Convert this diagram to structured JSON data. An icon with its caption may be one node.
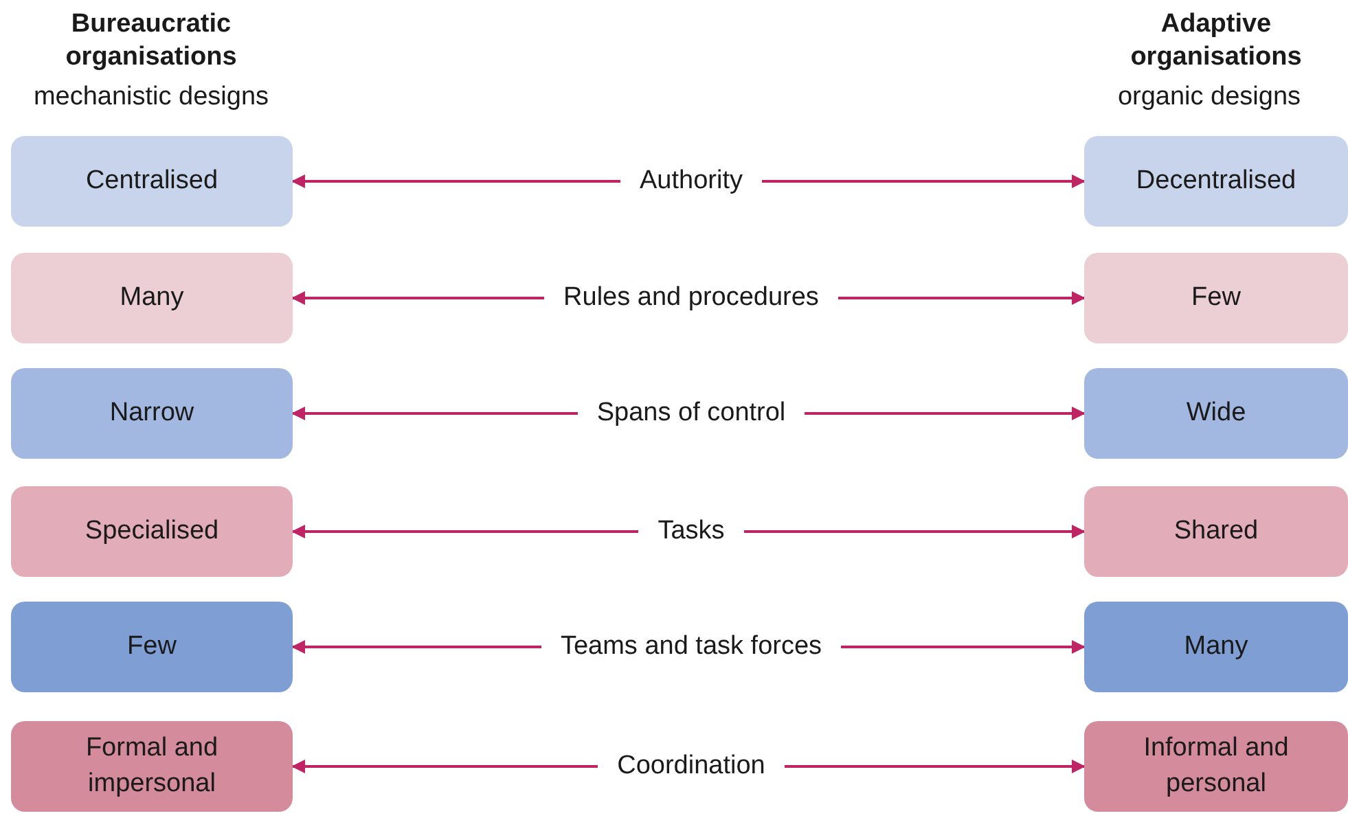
{
  "diagram": {
    "nodes": [
      {
        "text": [
          "Centralised"
        ]
      },
      {
        "text": [
          "Authority"
        ]
      },
      {
        "text": [
          "Decentralised"
        ]
      },
      {
        "text": [
          "Many"
        ]
      },
      {
        "text": [
          "Rules and procedures"
        ]
      },
      {
        "text": [
          "Few"
        ]
      },
      {
        "text": [
          "Narrow"
        ]
      },
      {
        "text": [
          "Spans of control"
        ]
      },
      {
        "text": [
          "Wide"
        ]
      },
      {
        "text": [
          "Specialised"
        ]
      },
      {
        "text": [
          "Tasks"
        ]
      },
      {
        "text": [
          "Shared"
        ]
      },
      {
        "text": [
          "Few"
        ]
      },
      {
        "text": [
          "Teams and task forces"
        ]
      },
      {
        "text": [
          "Many"
        ]
      },
      {
        "text": [
          "Formal and impersonal"
        ]
      },
      {
        "text": [
          "Coordination"
        ]
      },
      {
        "text": [
          "Informal and personal"
        ]
      }
    ],
    "edges": [
      {
        "from": 1,
        "to": 0,
        "arrow": "to"
      },
      {
        "from": 1,
        "to": 2,
        "arrow": "to"
      },
      {
        "from": 4,
        "to": 3,
        "arrow": "to"
      },
      {
        "from": 4,
        "to": 5,
        "arrow": "to"
      },
      {
        "from": 7,
        "to": 6,
        "arrow": "to"
      },
      {
        "from": 7,
        "to": 8,
        "arrow": "to"
      },
      {
        "from": 10,
        "to": 9,
        "arrow": "to"
      },
      {
        "from": 10,
        "to": 11,
        "arrow": "to"
      },
      {
        "from": 13,
        "to": 12,
        "arrow": "to"
      },
      {
        "from": 13,
        "to": 14,
        "arrow": "to"
      },
      {
        "from": 16,
        "to": 15,
        "arrow": "to"
      },
      {
        "from": 16,
        "to": 17,
        "arrow": "to"
      }
    ],
    "labels": [
      "Bureaucratic organisations",
      "mechanistic designs",
      "Adaptive organisations",
      "organic designs"
    ]
  }
}
